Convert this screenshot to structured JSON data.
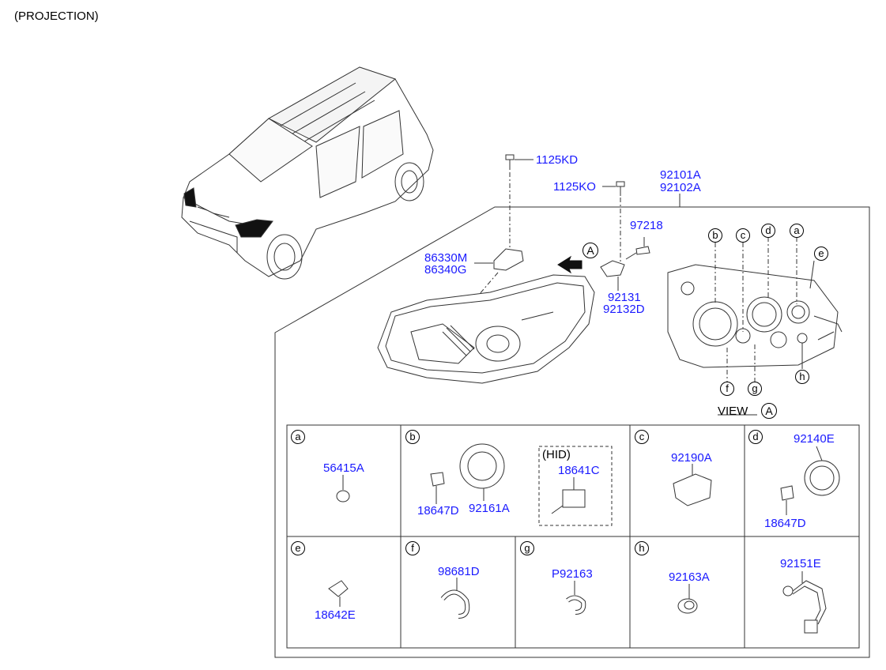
{
  "header": {
    "title": "(PROJECTION)"
  },
  "callouts": {
    "bolt_top": "1125KD",
    "bolt_mid": "1125KO",
    "assembly_1": "92101A",
    "assembly_2": "92102A",
    "screw": "97218",
    "bracket_1": "86330M",
    "bracket_2": "86340G",
    "clip_1": "92131",
    "clip_2": "92132D",
    "view_arrow": "A"
  },
  "view": {
    "label": "VIEW",
    "letter": "A"
  },
  "view_letters": [
    "b",
    "c",
    "d",
    "a",
    "e",
    "f",
    "g",
    "h"
  ],
  "grid": {
    "row1": [
      {
        "letter": "a",
        "parts": [
          "56415A"
        ]
      },
      {
        "letter": "b",
        "parts": [
          "18647D",
          "92161A"
        ],
        "hid_label": "(HID)",
        "hid_part": "18641C"
      },
      {
        "letter": "c",
        "parts": [
          "92190A"
        ]
      },
      {
        "letter": "d",
        "parts": [
          "92140E",
          "18647D"
        ]
      }
    ],
    "row2": [
      {
        "letter": "e",
        "parts": [
          "18642E"
        ]
      },
      {
        "letter": "f",
        "parts": [
          "98681D"
        ]
      },
      {
        "letter": "g",
        "parts": [
          "P92163"
        ]
      },
      {
        "letter": "h",
        "parts": [
          "92163A"
        ]
      },
      {
        "letter": "",
        "parts": [
          "92151E"
        ]
      }
    ]
  }
}
